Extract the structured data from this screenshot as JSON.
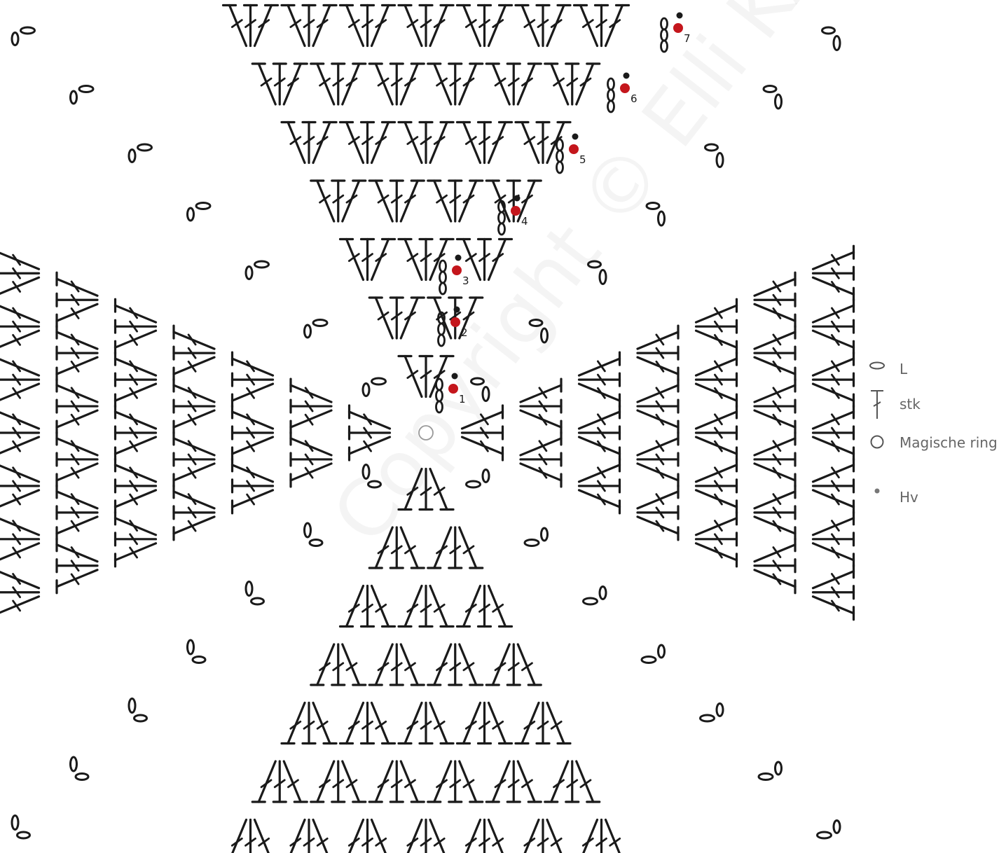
{
  "diagram": {
    "watermark": "Copyright © Elli KATIJA",
    "center_symbol": "magic-ring",
    "round_markers": [
      {
        "label": "1"
      },
      {
        "label": "2"
      },
      {
        "label": "3"
      },
      {
        "label": "4"
      },
      {
        "label": "5"
      },
      {
        "label": "6"
      },
      {
        "label": "7"
      }
    ]
  },
  "legend": {
    "items": [
      {
        "symbol": "chain-oval-icon",
        "label": "L"
      },
      {
        "symbol": "double-crochet-icon",
        "label": "stk"
      },
      {
        "symbol": "magic-ring-icon",
        "label": "Magische ring"
      },
      {
        "symbol": "slip-stitch-dot-icon",
        "label": "Hv"
      }
    ]
  },
  "colors": {
    "ink": "#1a1a1a",
    "marker_red": "#c4161c",
    "legend_text": "#666666",
    "legend_icon": "#555555"
  }
}
